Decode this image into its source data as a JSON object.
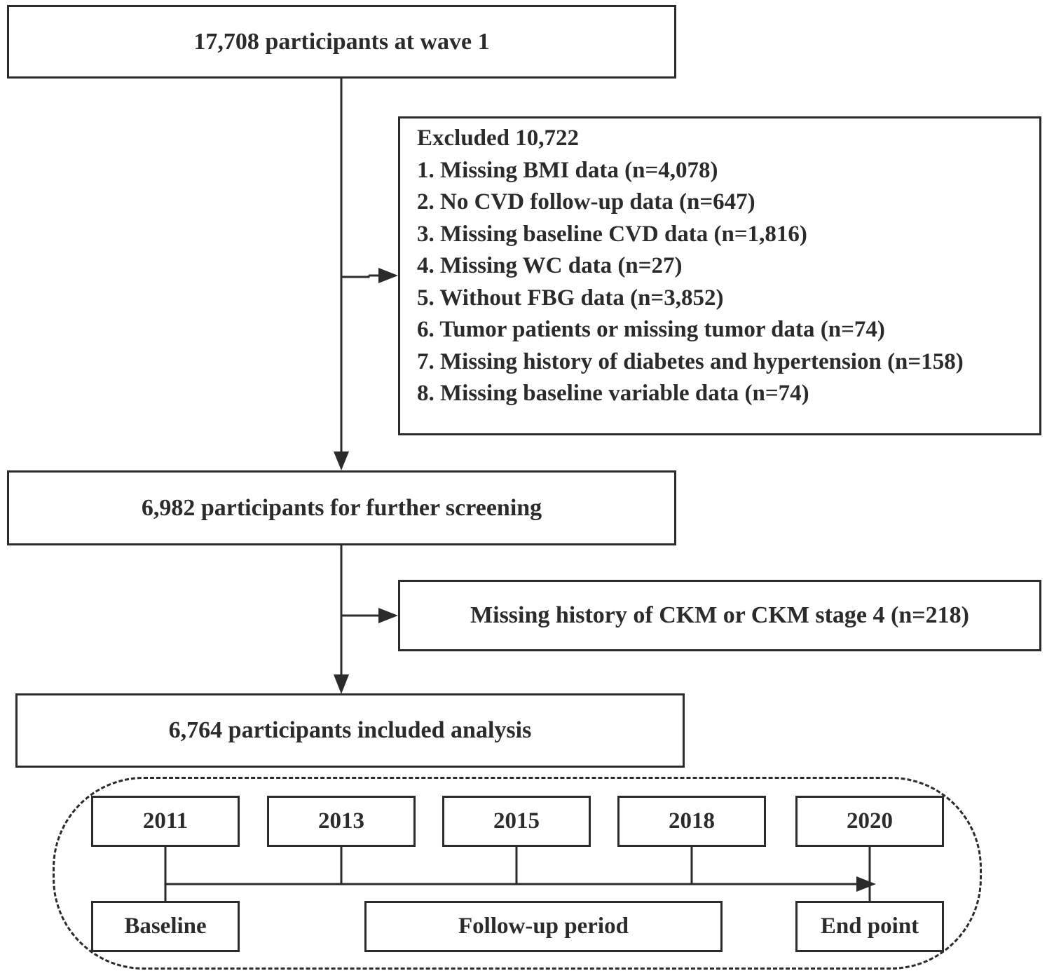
{
  "boxes": {
    "wave1": "17,708 participants at wave 1",
    "screening": "6,982 participants for further screening",
    "ckm_exclusion": "Missing history of CKM or CKM stage 4 (n=218)",
    "included": "6,764 participants included analysis"
  },
  "exclusions": {
    "title": "Excluded 10,722",
    "items": [
      "1. Missing BMI data (n=4,078)",
      "2. No CVD follow-up data (n=647)",
      "3. Missing baseline CVD data (n=1,816)",
      "4. Missing WC data (n=27)",
      "5. Without FBG data (n=3,852)",
      "6. Tumor patients or missing tumor data (n=74)",
      "7. Missing history of diabetes and hypertension (n=158)",
      "8. Missing baseline variable data (n=74)"
    ]
  },
  "timeline": {
    "years": [
      "2011",
      "2013",
      "2015",
      "2018",
      "2020"
    ],
    "phases": {
      "baseline": "Baseline",
      "follow_up": "Follow-up period",
      "end_point": "End point"
    }
  },
  "colors": {
    "line": "#2b2b2b",
    "background": "#ffffff"
  }
}
